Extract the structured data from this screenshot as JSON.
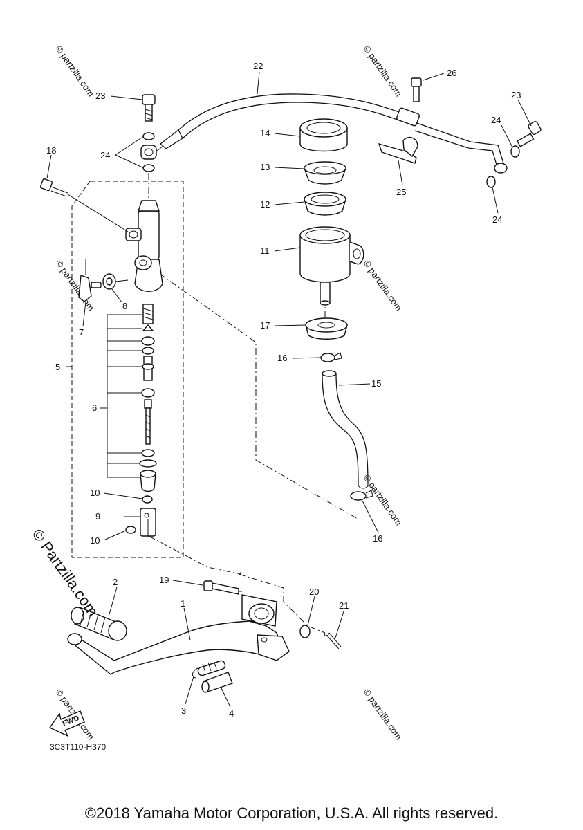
{
  "diagram": {
    "callouts": {
      "c1": "1",
      "c2": "2",
      "c3": "3",
      "c4": "4",
      "c5": "5",
      "c6": "6",
      "c7": "7",
      "c8": "8",
      "c9": "9",
      "c10a": "10",
      "c10b": "10",
      "c11": "11",
      "c12": "12",
      "c13": "13",
      "c14": "14",
      "c15": "15",
      "c16a": "16",
      "c16b": "16",
      "c17": "17",
      "c18": "18",
      "c19": "19",
      "c20": "20",
      "c21": "21",
      "c22": "22",
      "c23a": "23",
      "c23b": "23",
      "c24a": "24",
      "c24b": "24",
      "c24c": "24",
      "c25": "25",
      "c26": "26"
    },
    "fwd_label": "FWD",
    "figure_code": "3C3T110-H370",
    "source_stamp": "© Partzilla.com",
    "watermark": "© partzilla.com",
    "copyright": "©2018 Yamaha Motor Corporation, U.S.A. All rights reserved."
  }
}
